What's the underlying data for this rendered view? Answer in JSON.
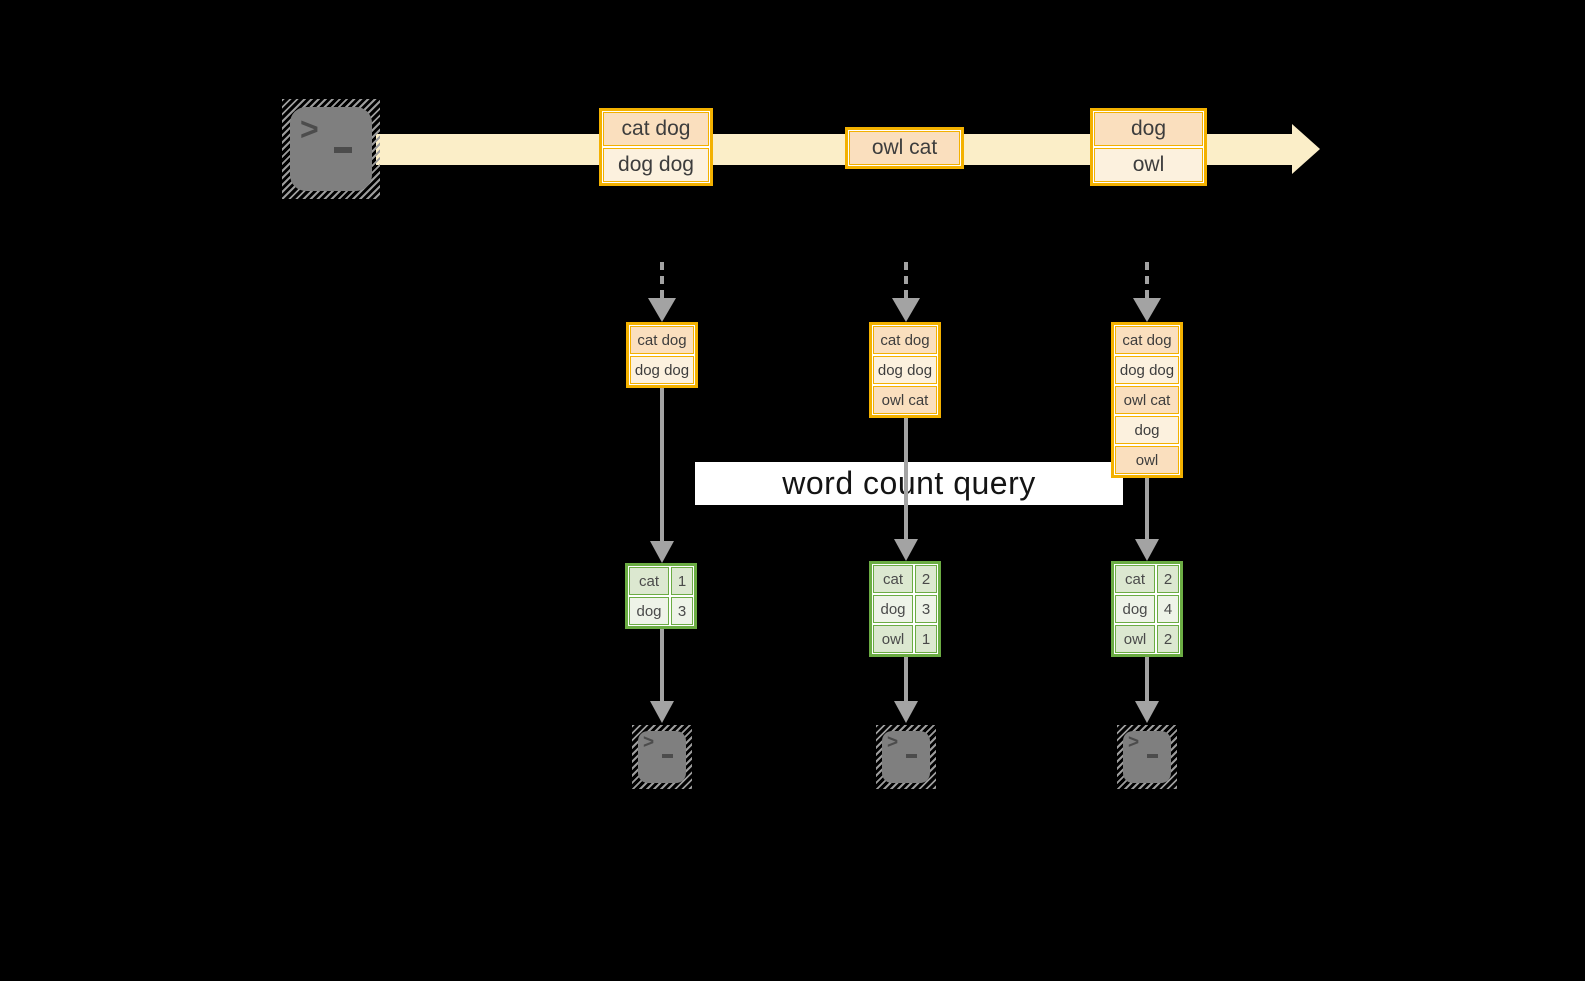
{
  "query": {
    "label": "word count query"
  },
  "stream": {
    "boxes": [
      {
        "lines": [
          "cat dog",
          "dog dog"
        ]
      },
      {
        "lines": [
          "owl cat"
        ]
      },
      {
        "lines": [
          "dog",
          "owl"
        ]
      }
    ]
  },
  "columns": [
    {
      "window": [
        "cat dog",
        "dog dog"
      ],
      "counts": [
        {
          "word": "cat",
          "count": "1"
        },
        {
          "word": "dog",
          "count": "3"
        }
      ]
    },
    {
      "window": [
        "cat dog",
        "dog dog",
        "owl cat"
      ],
      "counts": [
        {
          "word": "cat",
          "count": "2"
        },
        {
          "word": "dog",
          "count": "3"
        },
        {
          "word": "owl",
          "count": "1"
        }
      ]
    },
    {
      "window": [
        "cat dog",
        "dog dog",
        "owl cat",
        "dog",
        "owl"
      ],
      "counts": [
        {
          "word": "cat",
          "count": "2"
        },
        {
          "word": "dog",
          "count": "4"
        },
        {
          "word": "owl",
          "count": "2"
        }
      ]
    }
  ],
  "icons": {
    "source": "terminal-icon",
    "stream_arrow": "right-arrow-icon",
    "outputs": [
      "terminal-icon",
      "terminal-icon",
      "terminal-icon"
    ]
  },
  "colors": {
    "gold": "#F3B100",
    "peach": "#FADFBE",
    "cream": "#FCF1DE",
    "band": "#FBEEC8",
    "green": "#6BAC43",
    "sage": "#DCE8D0",
    "sage_light": "#EEF3E8",
    "gray": "#A3A3A3",
    "terminal": "#7F7F7F",
    "label_bg": "#FFFFFF",
    "background": "#000000"
  }
}
